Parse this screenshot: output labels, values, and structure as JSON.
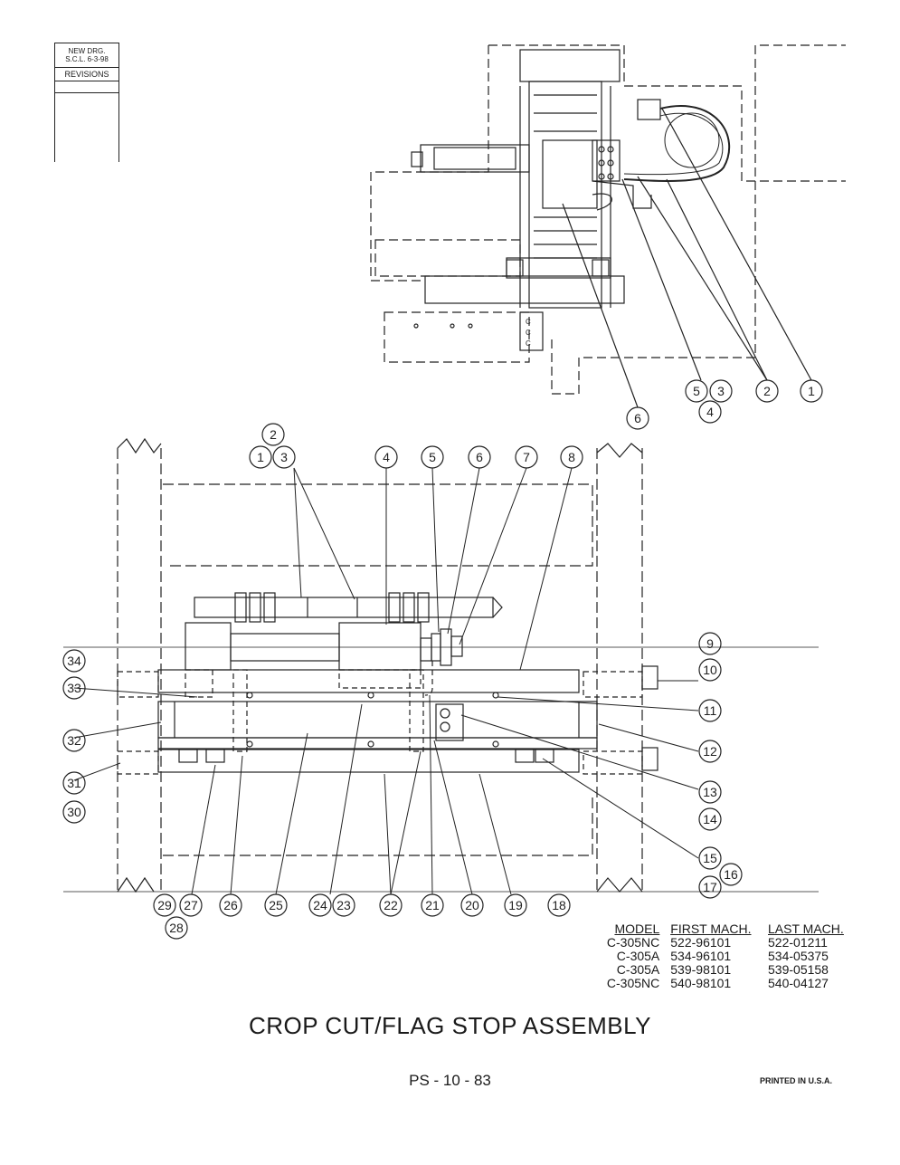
{
  "revisions": {
    "line1": "NEW DRG.",
    "line2": "S.C.L. 6-3-98",
    "header": "REVISIONS"
  },
  "top_view_callouts": [
    "1",
    "2",
    "3",
    "4",
    "5",
    "6"
  ],
  "main_view_callouts": [
    "1",
    "2",
    "3",
    "4",
    "5",
    "6",
    "7",
    "8",
    "9",
    "10",
    "11",
    "12",
    "13",
    "14",
    "15",
    "16",
    "17",
    "18",
    "19",
    "20",
    "21",
    "22",
    "23",
    "24",
    "25",
    "26",
    "27",
    "28",
    "29",
    "30",
    "31",
    "32",
    "33",
    "34"
  ],
  "model_table": {
    "headers": {
      "model": "MODEL",
      "first": "FIRST MACH.",
      "last": "LAST MACH."
    },
    "rows": [
      {
        "model": "C-305NC",
        "first": "522-96101",
        "last": "522-01211"
      },
      {
        "model": "C-305A",
        "first": "534-96101",
        "last": "534-05375"
      },
      {
        "model": "C-305A",
        "first": "539-98101",
        "last": "539-05158"
      },
      {
        "model": "C-305NC",
        "first": "540-98101",
        "last": "540-04127"
      }
    ]
  },
  "title": "CROP CUT/FLAG STOP ASSEMBLY",
  "page_number": "PS - 10 - 83",
  "printed": "PRINTED IN U.S.A."
}
